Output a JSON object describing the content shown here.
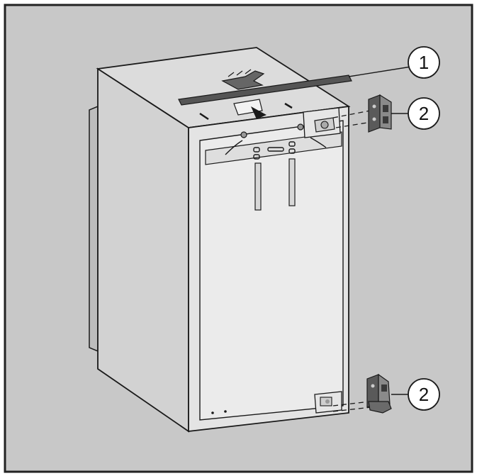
{
  "callouts": {
    "c1": "1",
    "c2_top": "2",
    "c2_bottom": "2"
  },
  "colors": {
    "frame_bg": "#c8c8c8",
    "frame_border": "#222222",
    "cabinet_front": "#e4e4e4",
    "cabinet_side": "#d2d2d2",
    "cabinet_top": "#dcdcdc",
    "panel": "#ebebeb",
    "stroke": "#1a1a1a",
    "dark_part": "#555555"
  },
  "icons": [
    "appliance-cabinet",
    "top-ventilation-bracket",
    "hinge-bracket"
  ]
}
